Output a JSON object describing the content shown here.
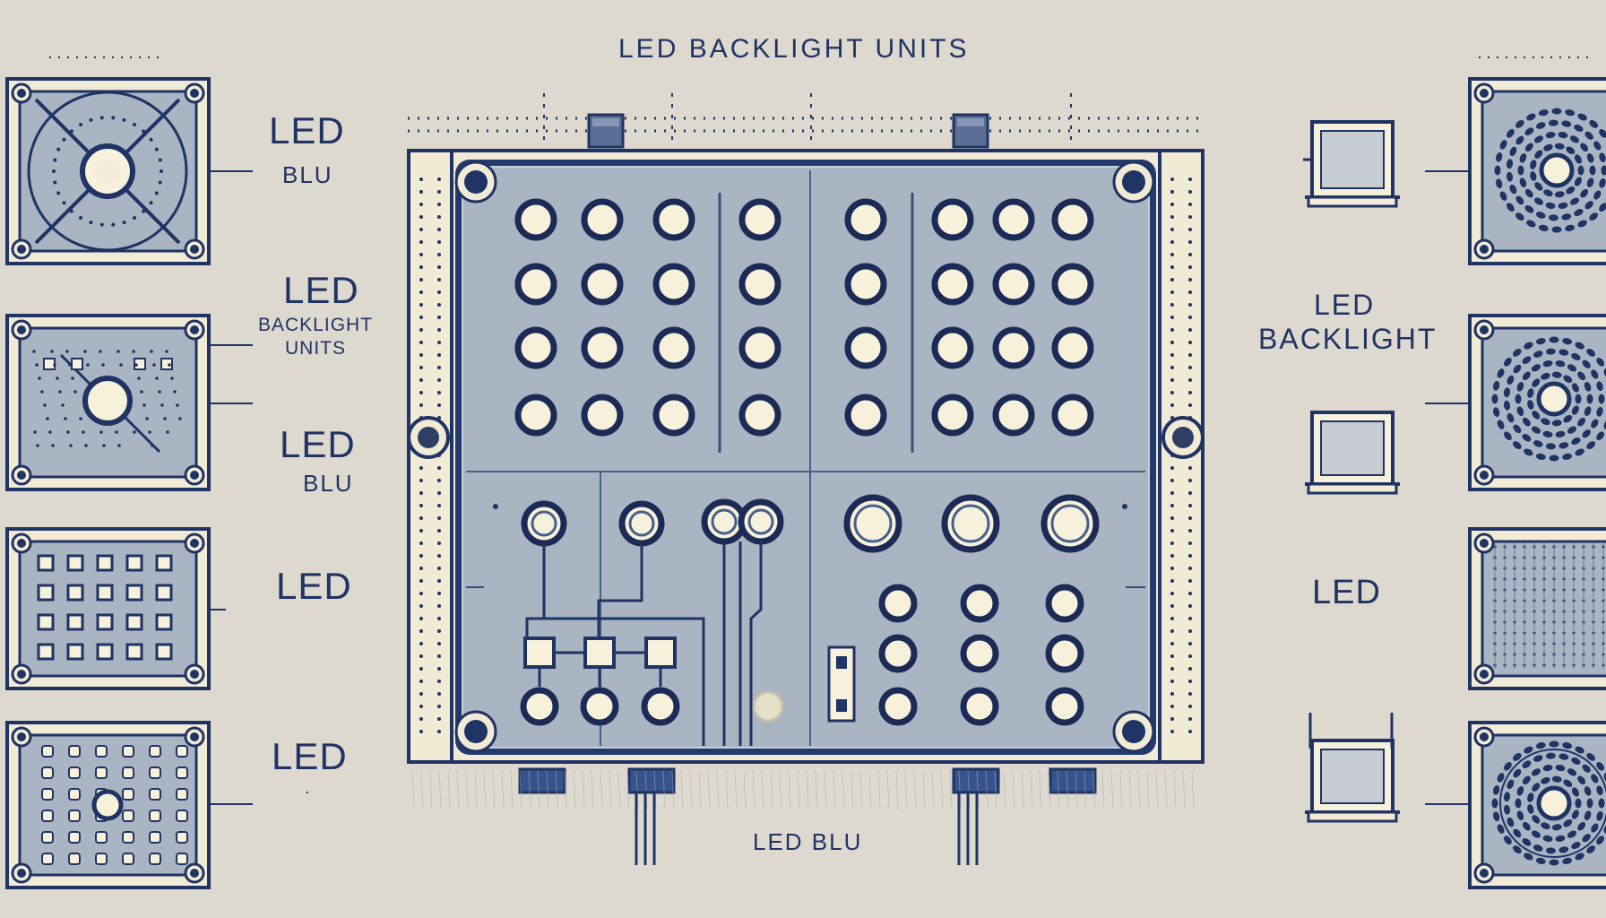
{
  "title": "LED BACKLIGHT UNITS",
  "bottom_label": "LED BLU",
  "left_labels": [
    {
      "line1": "LED",
      "line2": "BLU"
    },
    {
      "line1": "LED",
      "line2": "BACKLIGHT",
      "line3": "UNITS"
    },
    {
      "line1": "LED",
      "line2": "BLU"
    },
    {
      "line1": "LED"
    },
    {
      "line1": "LED",
      "line2": "."
    }
  ],
  "right_labels": [
    {
      "line1": "LED",
      "line2": "BACKLIGHT"
    },
    {
      "line1": "LED"
    }
  ],
  "colors": {
    "background": "#ddd9cf",
    "ink": "#1f3364",
    "panel": "#a9b5c3",
    "frame": "#f1ebd6",
    "led": "#f7f1dc"
  }
}
